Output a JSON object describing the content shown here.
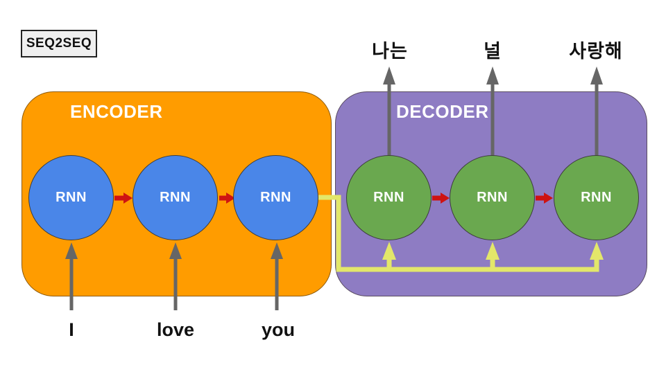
{
  "badge": {
    "label": "SEQ2SEQ"
  },
  "encoder": {
    "label": "ENCODER",
    "fill": "#FF9C00",
    "node_fill": "#4A86E8",
    "nodes": [
      "RNN",
      "RNN",
      "RNN"
    ],
    "inputs": [
      "I",
      "love",
      "you"
    ]
  },
  "decoder": {
    "label": "DECODER",
    "fill": "#8E7CC3",
    "node_fill": "#6AA84F",
    "nodes": [
      "RNN",
      "RNN",
      "RNN"
    ],
    "outputs": [
      "나는",
      "널",
      "사랑해"
    ]
  },
  "colors": {
    "io_arrow": "#666666",
    "hidden_state_arrow": "#CE1312",
    "context_vector": "#E3E76A",
    "badge_bg": "#EFEFEF"
  }
}
